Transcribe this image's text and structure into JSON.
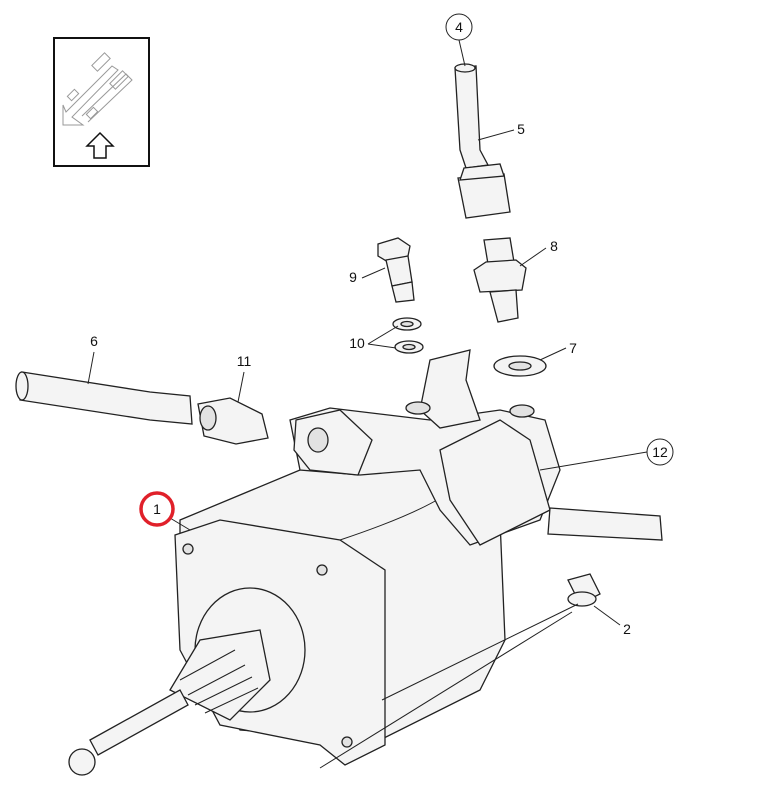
{
  "diagram": {
    "inset_icon": "orientation-arrow-icon",
    "callouts": [
      {
        "id": "1",
        "label": "1",
        "highlighted": true,
        "highlight_color": "#e0202a"
      },
      {
        "id": "2",
        "label": "2"
      },
      {
        "id": "4",
        "label": "4",
        "circled": true
      },
      {
        "id": "5",
        "label": "5"
      },
      {
        "id": "6",
        "label": "6"
      },
      {
        "id": "7",
        "label": "7"
      },
      {
        "id": "8",
        "label": "8"
      },
      {
        "id": "9",
        "label": "9"
      },
      {
        "id": "10",
        "label": "10"
      },
      {
        "id": "11",
        "label": "11"
      },
      {
        "id": "12",
        "label": "12",
        "circled": true
      }
    ]
  }
}
